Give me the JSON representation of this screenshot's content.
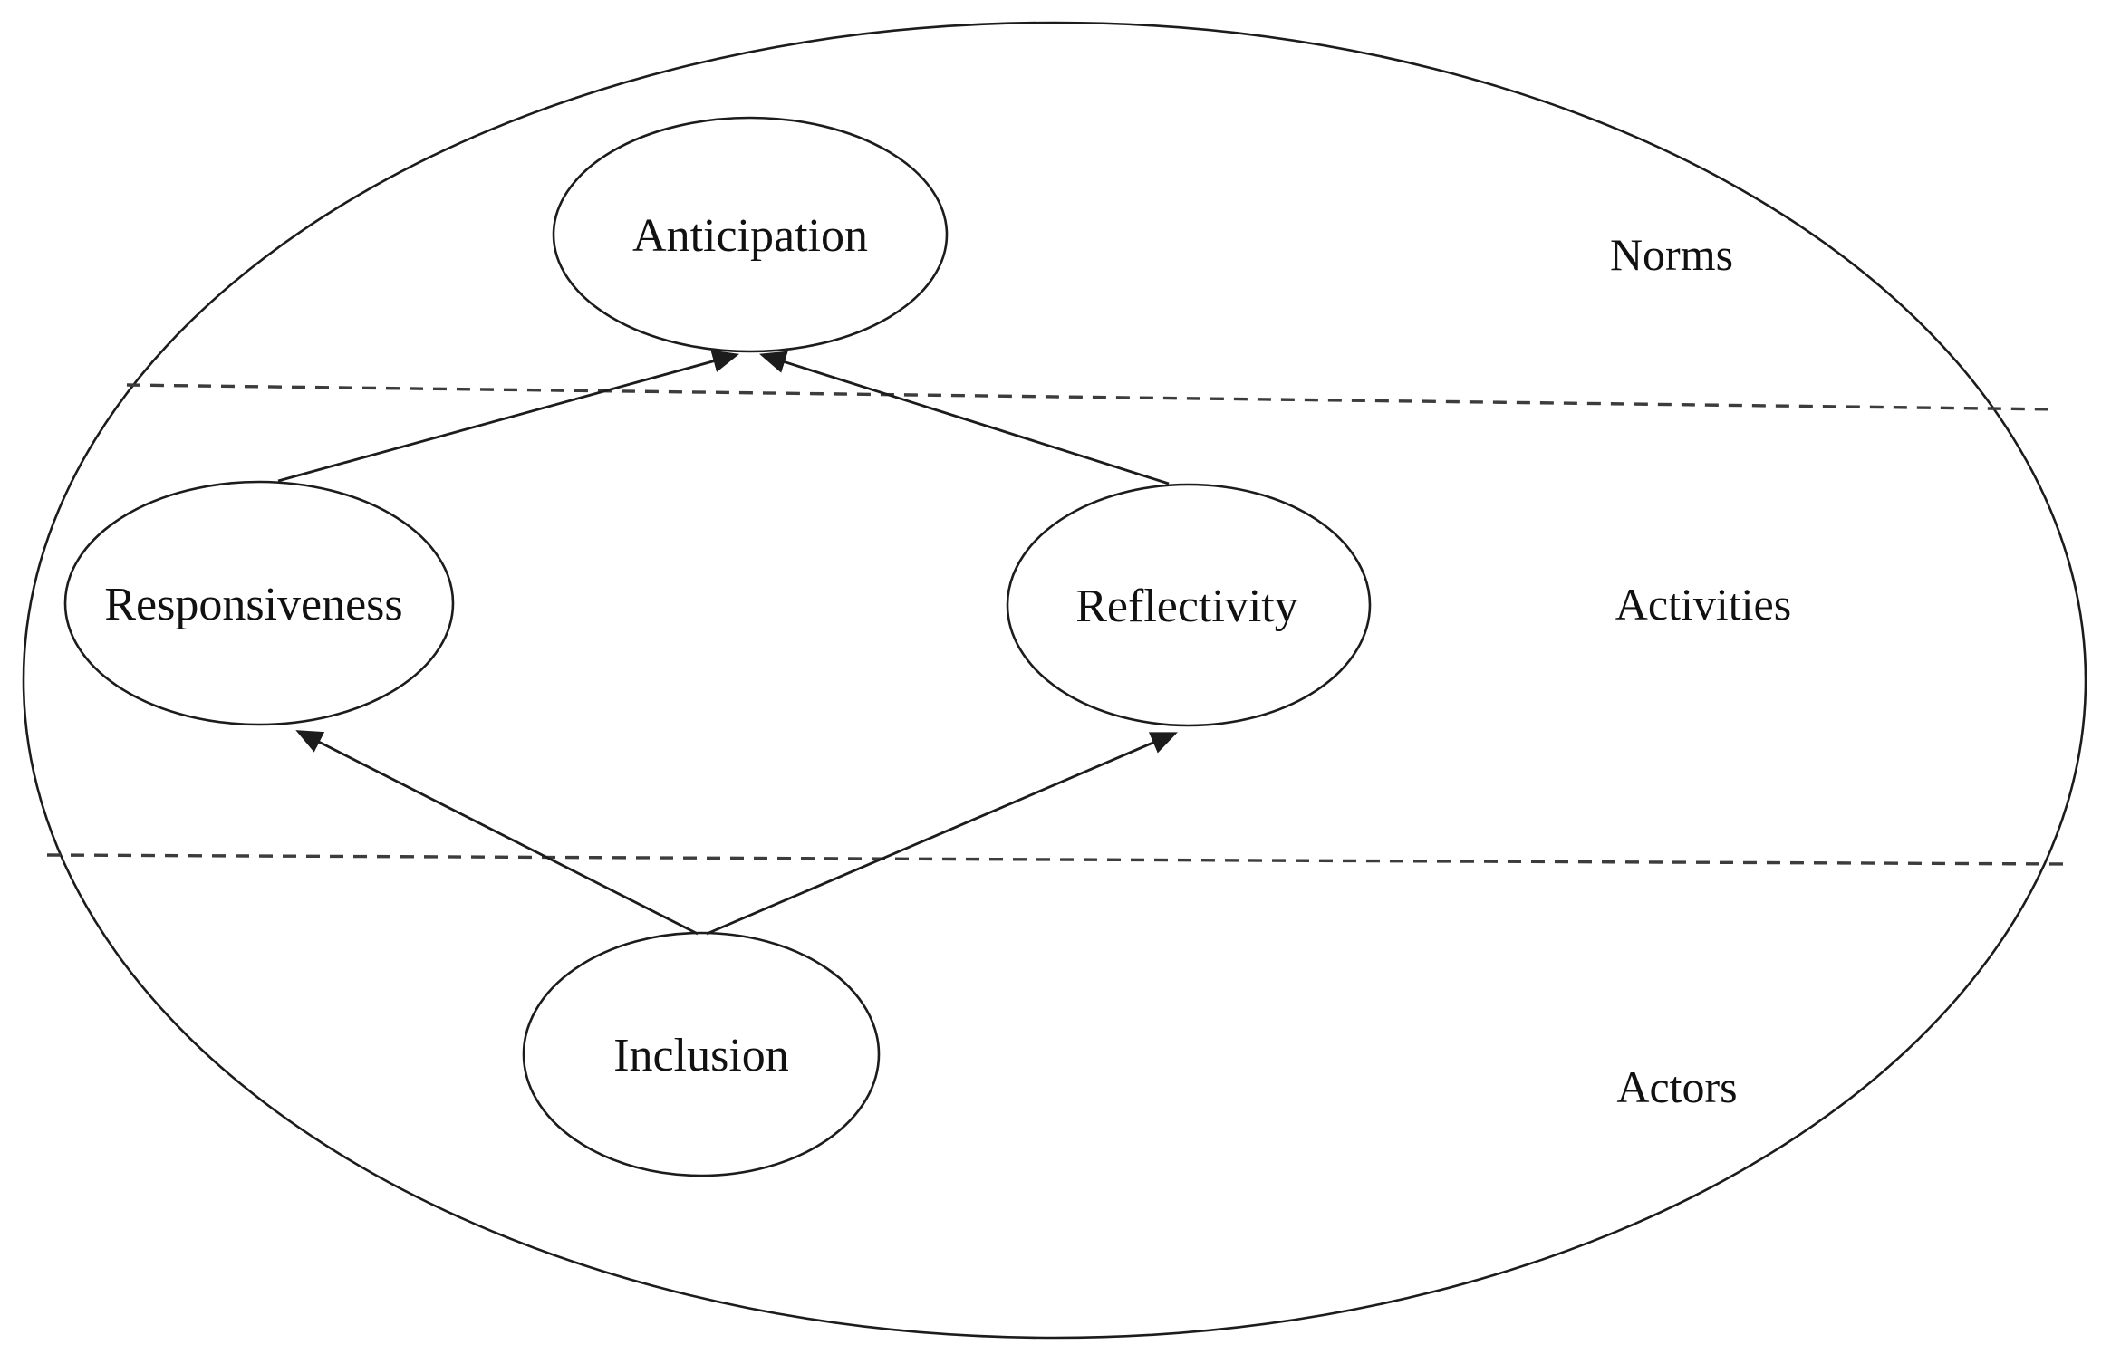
{
  "figure": {
    "background": "#ffffff",
    "stroke_color": "#1c1c1c",
    "dashed_color": "#3c3c3c",
    "text_color": "#111111"
  },
  "nodes": [
    {
      "id": "anticipation",
      "label": "Anticipation"
    },
    {
      "id": "responsiveness",
      "label": "Responsiveness"
    },
    {
      "id": "reflectivity",
      "label": "Reflectivity"
    },
    {
      "id": "inclusion",
      "label": "Inclusion"
    }
  ],
  "regions": [
    {
      "id": "norms",
      "label": "Norms"
    },
    {
      "id": "activities",
      "label": "Activities"
    },
    {
      "id": "actors",
      "label": "Actors"
    }
  ],
  "edges": [
    {
      "from": "responsiveness",
      "to": "anticipation"
    },
    {
      "from": "reflectivity",
      "to": "anticipation"
    },
    {
      "from": "inclusion",
      "to": "responsiveness"
    },
    {
      "from": "inclusion",
      "to": "reflectivity"
    }
  ]
}
